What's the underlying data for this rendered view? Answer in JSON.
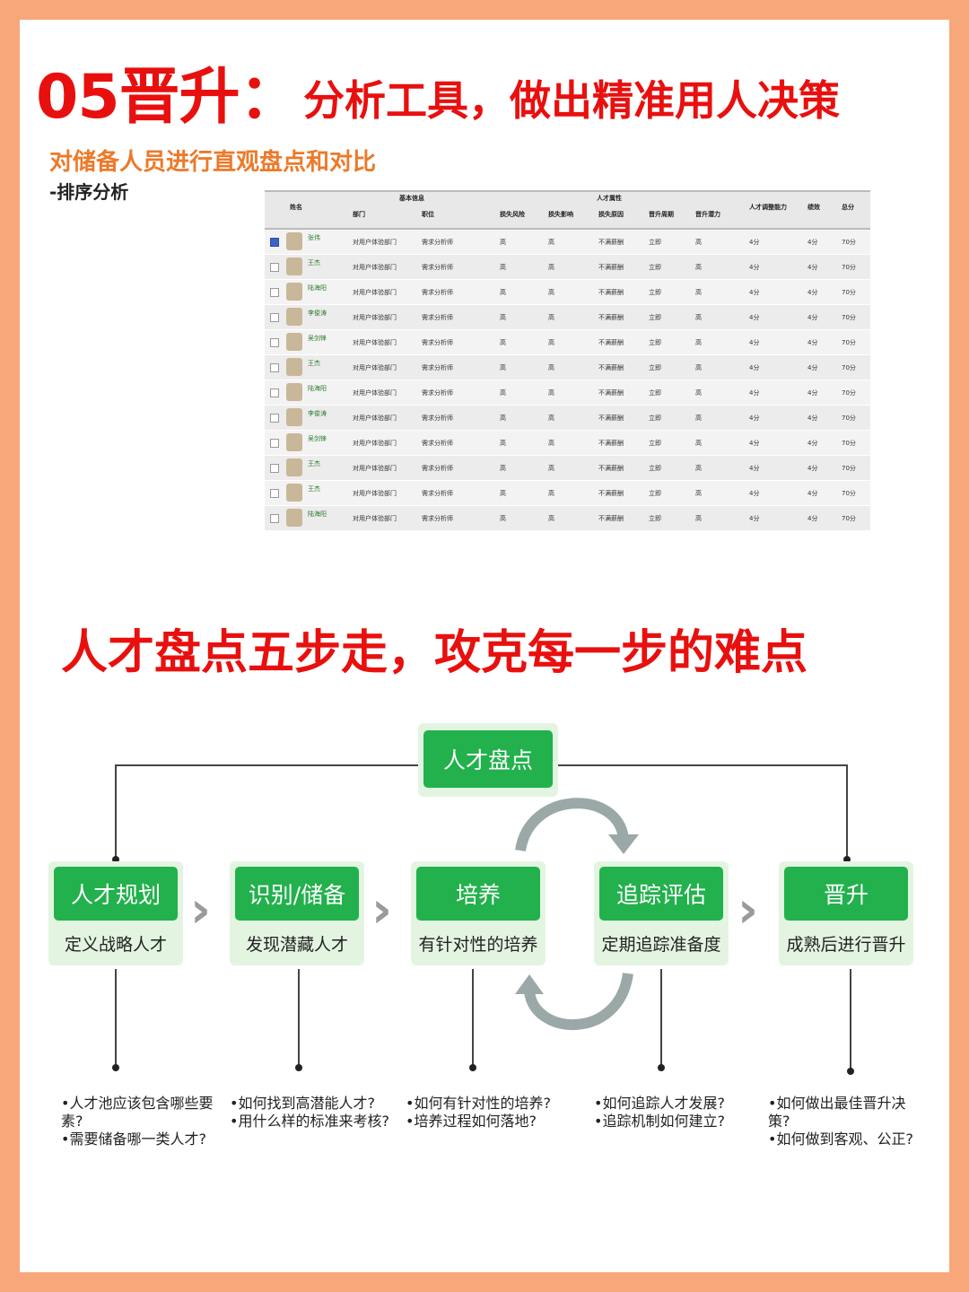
{
  "title": {
    "num": "05晋升：",
    "rest": "分析工具，做出精准用人决策"
  },
  "section1": {
    "subtitle": "对储备人员进行直观盘点和对比",
    "method": "-排序分析"
  },
  "table": {
    "group_headers": [
      "基本信息",
      "人才属性"
    ],
    "columns": [
      "姓名",
      "部门",
      "职位",
      "损失风险",
      "损失影响",
      "损失原因",
      "晋升周期",
      "晋升潜力",
      "人才调整能力",
      "绩效",
      "总分"
    ],
    "rows": [
      {
        "name": "张伟",
        "dept": "对用户体验部门",
        "role": "需求分析师",
        "risk": "高",
        "impact": "高",
        "reason": "不满薪酬",
        "cycle": "立即",
        "potential": "高",
        "ability": "4分",
        "perf": "4分",
        "total": "70分",
        "checked": true
      },
      {
        "name": "王杰",
        "dept": "对用户体验部门",
        "role": "需求分析师",
        "risk": "高",
        "impact": "高",
        "reason": "不满薪酬",
        "cycle": "立即",
        "potential": "高",
        "ability": "4分",
        "perf": "4分",
        "total": "70分",
        "checked": false
      },
      {
        "name": "陆海阳",
        "dept": "对用户体验部门",
        "role": "需求分析师",
        "risk": "高",
        "impact": "高",
        "reason": "不满薪酬",
        "cycle": "立即",
        "potential": "高",
        "ability": "4分",
        "perf": "4分",
        "total": "70分",
        "checked": false
      },
      {
        "name": "李俊涛",
        "dept": "对用户体验部门",
        "role": "需求分析师",
        "risk": "高",
        "impact": "高",
        "reason": "不满薪酬",
        "cycle": "立即",
        "potential": "高",
        "ability": "4分",
        "perf": "4分",
        "total": "70分",
        "checked": false
      },
      {
        "name": "吴剑锋",
        "dept": "对用户体验部门",
        "role": "需求分析师",
        "risk": "高",
        "impact": "高",
        "reason": "不满薪酬",
        "cycle": "立即",
        "potential": "高",
        "ability": "4分",
        "perf": "4分",
        "total": "70分",
        "checked": false
      },
      {
        "name": "王杰",
        "dept": "对用户体验部门",
        "role": "需求分析师",
        "risk": "高",
        "impact": "高",
        "reason": "不满薪酬",
        "cycle": "立即",
        "potential": "高",
        "ability": "4分",
        "perf": "4分",
        "total": "70分",
        "checked": false
      },
      {
        "name": "陆海阳",
        "dept": "对用户体验部门",
        "role": "需求分析师",
        "risk": "高",
        "impact": "高",
        "reason": "不满薪酬",
        "cycle": "立即",
        "potential": "高",
        "ability": "4分",
        "perf": "4分",
        "total": "70分",
        "checked": false
      },
      {
        "name": "李俊涛",
        "dept": "对用户体验部门",
        "role": "需求分析师",
        "risk": "高",
        "impact": "高",
        "reason": "不满薪酬",
        "cycle": "立即",
        "potential": "高",
        "ability": "4分",
        "perf": "4分",
        "total": "70分",
        "checked": false
      },
      {
        "name": "吴剑锋",
        "dept": "对用户体验部门",
        "role": "需求分析师",
        "risk": "高",
        "impact": "高",
        "reason": "不满薪酬",
        "cycle": "立即",
        "potential": "高",
        "ability": "4分",
        "perf": "4分",
        "total": "70分",
        "checked": false
      },
      {
        "name": "王杰",
        "dept": "对用户体验部门",
        "role": "需求分析师",
        "risk": "高",
        "impact": "高",
        "reason": "不满薪酬",
        "cycle": "立即",
        "potential": "高",
        "ability": "4分",
        "perf": "4分",
        "total": "70分",
        "checked": false
      },
      {
        "name": "王杰",
        "dept": "对用户体验部门",
        "role": "需求分析师",
        "risk": "高",
        "impact": "高",
        "reason": "不满薪酬",
        "cycle": "立即",
        "potential": "高",
        "ability": "4分",
        "perf": "4分",
        "total": "70分",
        "checked": false
      },
      {
        "name": "陆海阳",
        "dept": "对用户体验部门",
        "role": "需求分析师",
        "risk": "高",
        "impact": "高",
        "reason": "不满薪酬",
        "cycle": "立即",
        "potential": "高",
        "ability": "4分",
        "perf": "4分",
        "total": "70分",
        "checked": false
      }
    ]
  },
  "section2": {
    "title": "人才盘点五步走，攻克每一步的难点"
  },
  "flow": {
    "root": "人才盘点",
    "steps": [
      {
        "label": "人才规划",
        "sub": "定义战略人才",
        "questions": [
          "•人才池应该包含哪些要素?",
          "•需要储备哪一类人才?"
        ]
      },
      {
        "label": "识别/储备",
        "sub": "发现潜藏人才",
        "questions": [
          "•如何找到高潜能人才?",
          "•用什么样的标准来考核?"
        ]
      },
      {
        "label": "培养",
        "sub": "有针对性的培养",
        "questions": [
          "•如何有针对性的培养?",
          "•培养过程如何落地?"
        ]
      },
      {
        "label": "追踪评估",
        "sub": "定期追踪准备度",
        "questions": [
          "•如何追踪人才发展?",
          "•追踪机制如何建立?"
        ]
      },
      {
        "label": "晋升",
        "sub": "成熟后进行晋升",
        "questions": [
          "•如何做出最佳晋升决策?",
          "•如何做到客观、公正?"
        ]
      }
    ]
  },
  "colors": {
    "accent_red": "#E8100E",
    "subtitle_orange": "#EC7A2A",
    "step_green": "#22B14C",
    "frame": "#F7A77A"
  }
}
